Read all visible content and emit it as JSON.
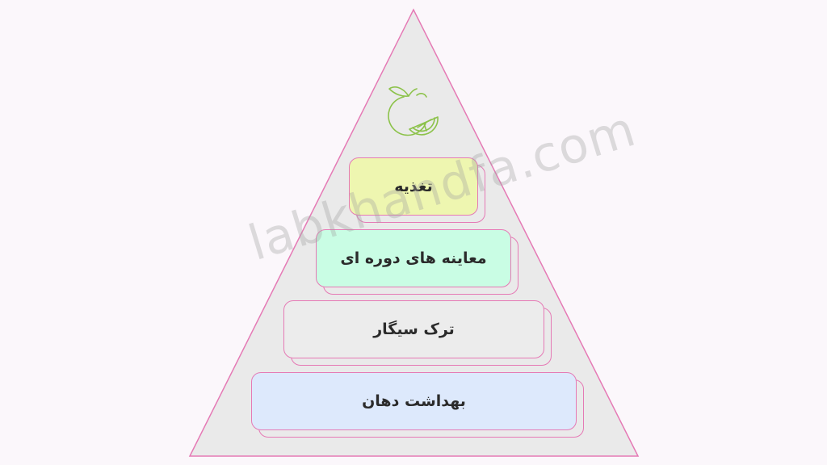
{
  "diagram": {
    "watermark": "labkhandfa.com",
    "icon": "citrus-fruit-icon",
    "colors": {
      "triangle_fill": "#eaeaea",
      "triangle_stroke": "#e57ab5",
      "icon_stroke": "#8cc24a"
    },
    "levels": [
      {
        "label": "تغذیه",
        "color": "#eef6b0"
      },
      {
        "label": "معاینه های دوره ای",
        "color": "#c9fde4"
      },
      {
        "label": "ترک سیگار",
        "color": "#ececec"
      },
      {
        "label": "بهداشت دهان",
        "color": "#dde9fc"
      }
    ]
  }
}
